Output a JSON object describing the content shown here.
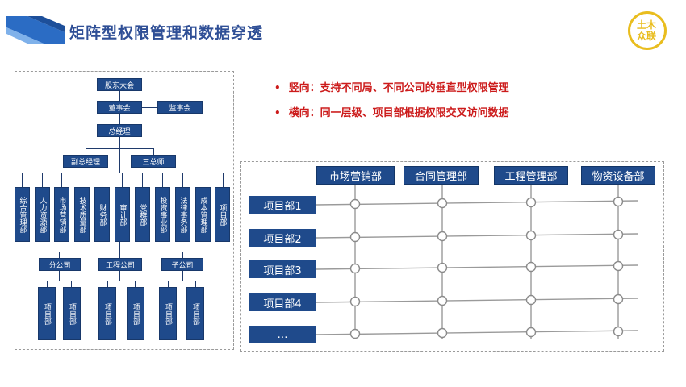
{
  "header": {
    "title": "矩阵型权限管理和数据穿透",
    "logo_top": "土木",
    "logo_bottom": "众联"
  },
  "org_chart": {
    "top": "股东大会",
    "board": "董事会",
    "supervisory": "监事会",
    "ceo": "总经理",
    "deputy": "副总经理",
    "chief_engineers": "三总师",
    "departments": [
      "综合管理部",
      "人力资源部",
      "市场营销部",
      "技术质量部",
      "财务部",
      "审计部",
      "党群部",
      "投资事业部",
      "法律事务部",
      "成本管理部",
      "项目部"
    ],
    "branches": [
      "分公司",
      "工程公司",
      "子公司"
    ],
    "projects": [
      "项目部",
      "项目部",
      "项目部",
      "项目部",
      "项目部",
      "项目部"
    ]
  },
  "bullets": [
    {
      "dot": "•",
      "text": "竖向：支持不同局、不同公司的垂直型权限管理"
    },
    {
      "dot": "•",
      "text": "横向：同一层级、项目部根据权限交叉访问数据"
    }
  ],
  "matrix": {
    "columns": [
      "市场营销部",
      "合同管理部",
      "工程管理部",
      "物资设备部"
    ],
    "rows": [
      "项目部1",
      "项目部2",
      "项目部3",
      "项目部4",
      "…"
    ]
  },
  "colors": {
    "title": "#2f4f96",
    "box": "#1f4a8b",
    "bullet": "#cc1b1b",
    "logo": "#e9bd1e"
  }
}
